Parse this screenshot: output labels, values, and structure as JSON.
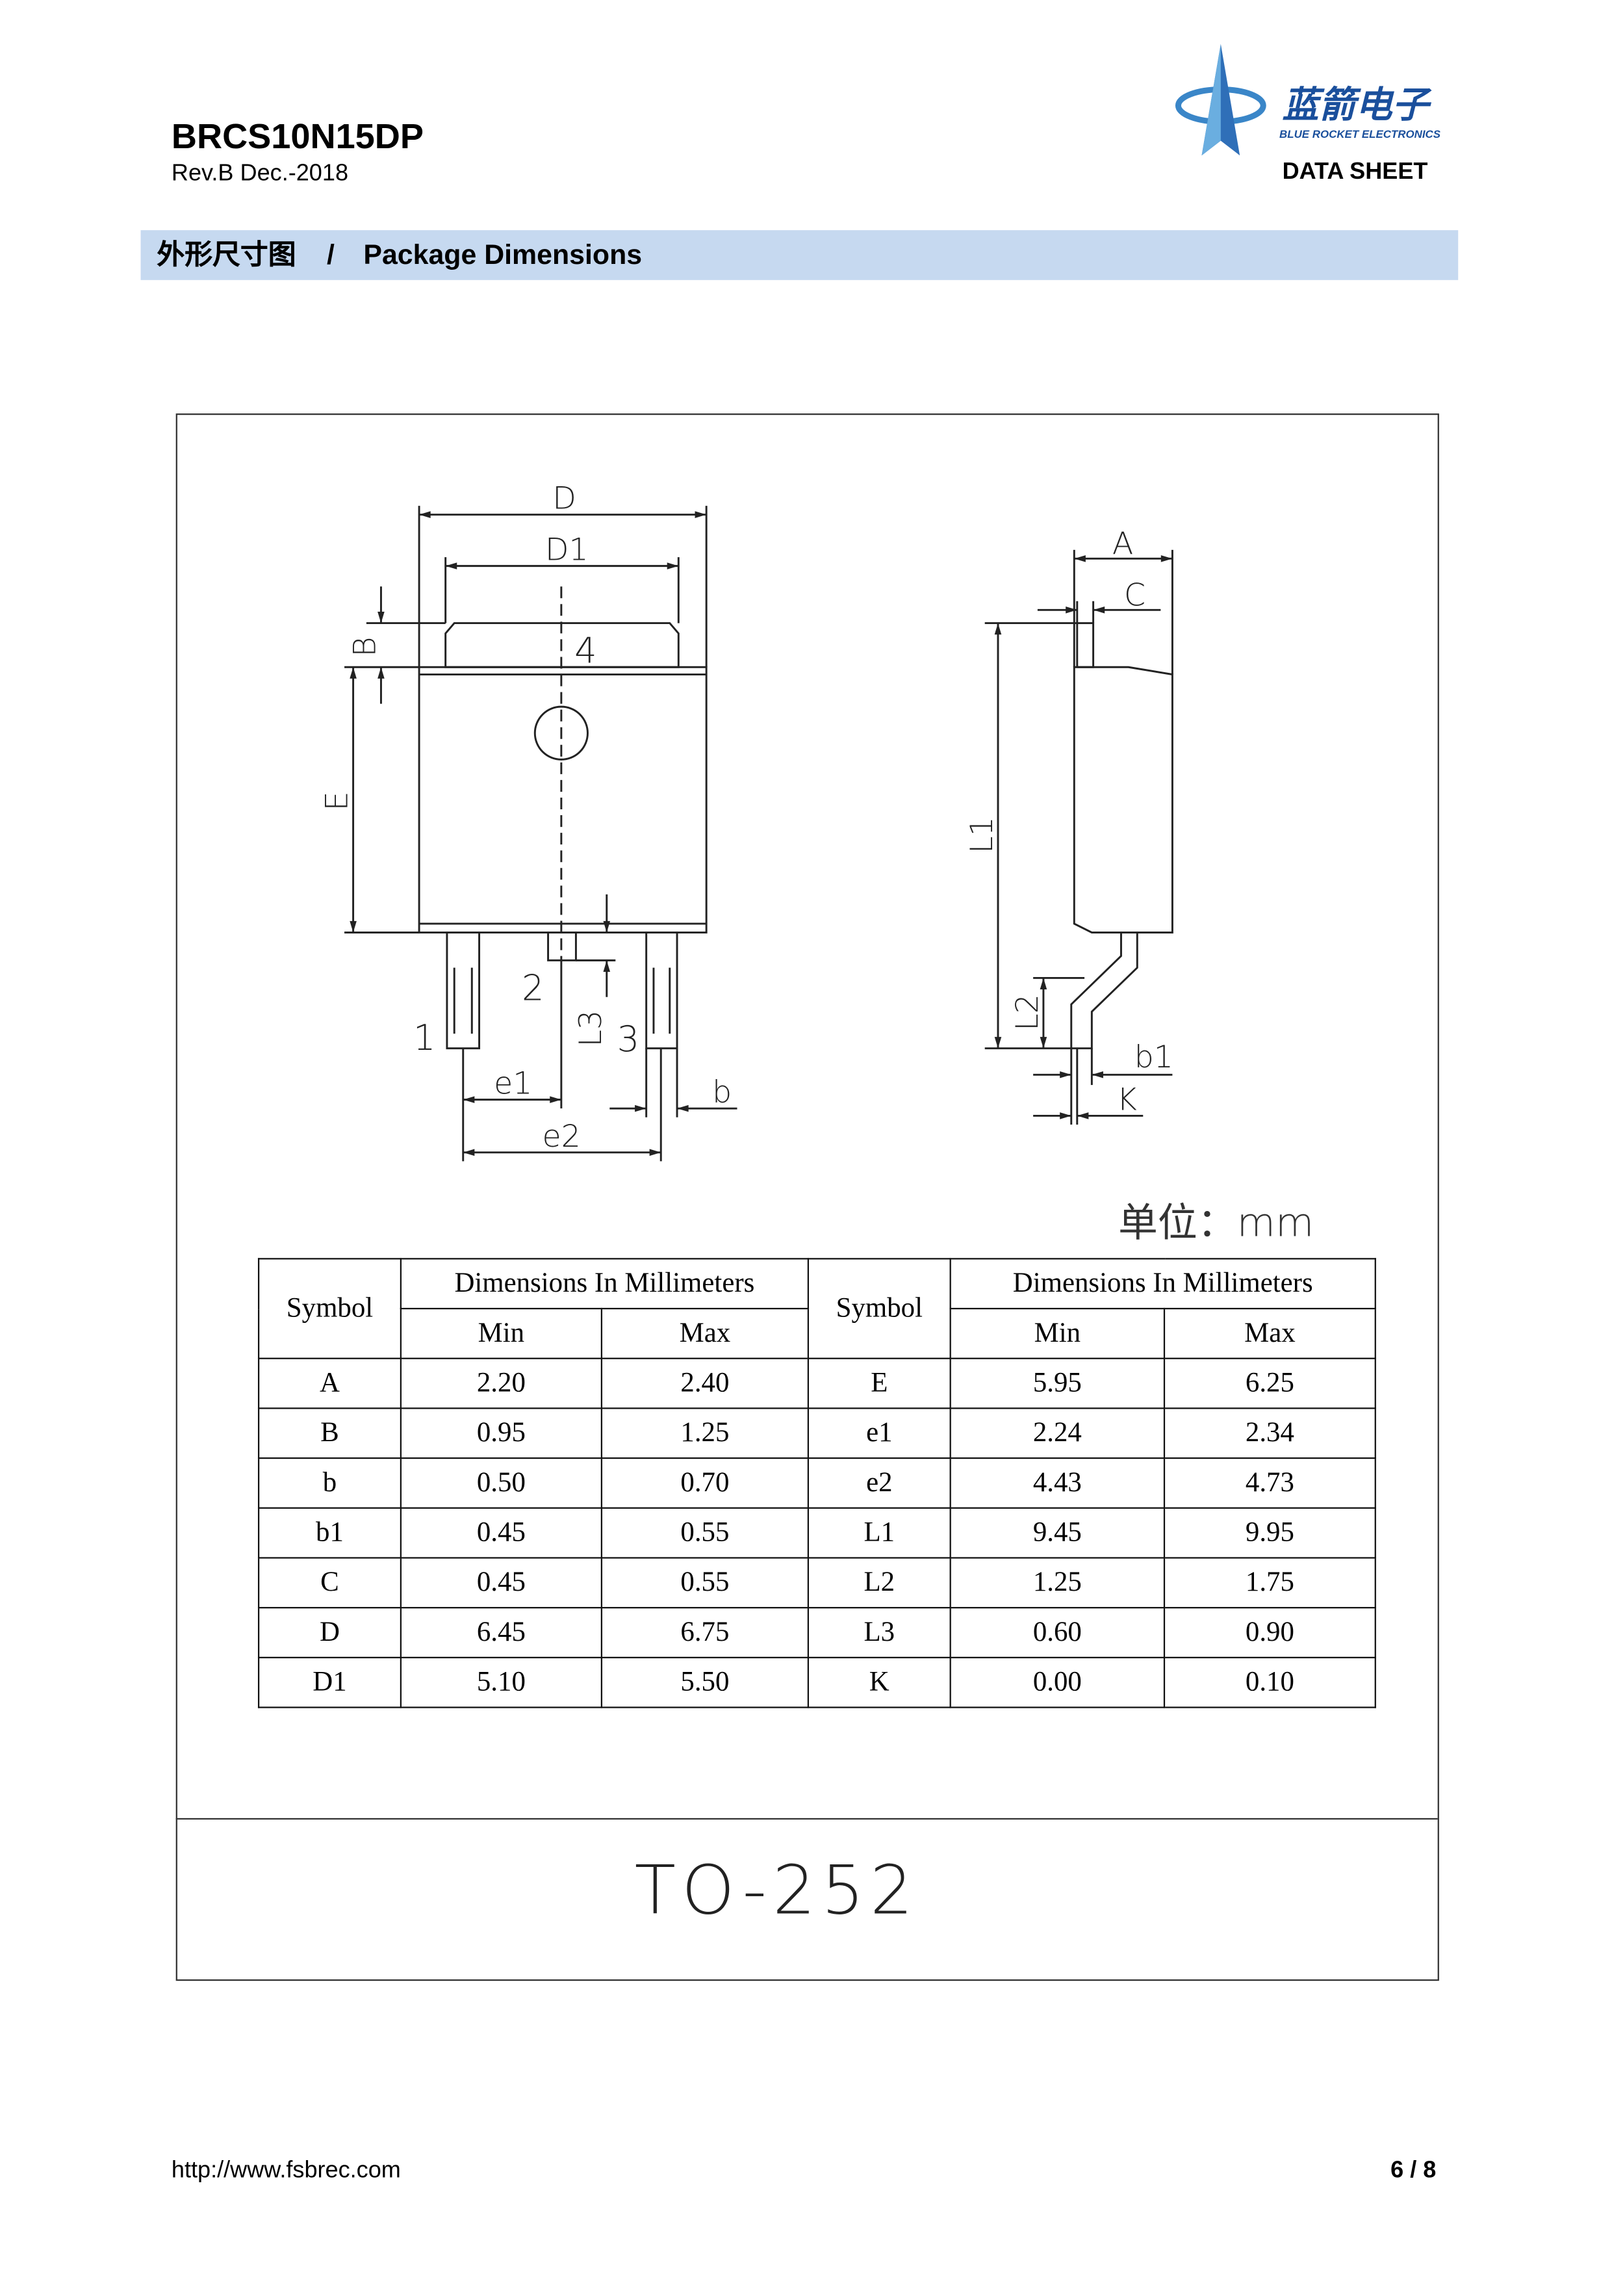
{
  "header": {
    "title": "BRCS10N15DP",
    "revision": "Rev.B Dec.-2018",
    "logo_cn": "蓝箭电子",
    "logo_en": "BLUE ROCKET ELECTRONICS",
    "doc_type": "DATA SHEET"
  },
  "section": {
    "title_cn": "外形尺寸图",
    "separator": "/",
    "title_en": "Package Dimensions"
  },
  "drawing": {
    "labels": {
      "D": "D",
      "D1": "D1",
      "B": "B",
      "E": "E",
      "pin4": "4",
      "pin1": "1",
      "pin2": "2",
      "pin3": "3",
      "L3": "L3",
      "e1": "e1",
      "e2": "e2",
      "b": "b",
      "A": "A",
      "C": "C",
      "L1": "L1",
      "L2": "L2",
      "b1": "b1",
      "K": "K"
    },
    "unit": "单位：mm"
  },
  "table": {
    "header": {
      "symbol": "Symbol",
      "dims": "Dimensions In Millimeters",
      "min": "Min",
      "max": "Max"
    },
    "rows": [
      {
        "s1": "A",
        "min1": "2.20",
        "max1": "2.40",
        "s2": "E",
        "min2": "5.95",
        "max2": "6.25"
      },
      {
        "s1": "B",
        "min1": "0.95",
        "max1": "1.25",
        "s2": "e1",
        "min2": "2.24",
        "max2": "2.34"
      },
      {
        "s1": "b",
        "min1": "0.50",
        "max1": "0.70",
        "s2": "e2",
        "min2": "4.43",
        "max2": "4.73"
      },
      {
        "s1": "b1",
        "min1": "0.45",
        "max1": "0.55",
        "s2": "L1",
        "min2": "9.45",
        "max2": "9.95"
      },
      {
        "s1": "C",
        "min1": "0.45",
        "max1": "0.55",
        "s2": "L2",
        "min2": "1.25",
        "max2": "1.75"
      },
      {
        "s1": "D",
        "min1": "6.45",
        "max1": "6.75",
        "s2": "L3",
        "min2": "0.60",
        "max2": "0.90"
      },
      {
        "s1": "D1",
        "min1": "5.10",
        "max1": "5.50",
        "s2": "K",
        "min2": "0.00",
        "max2": "0.10"
      }
    ]
  },
  "package": "TO-252",
  "footer": {
    "url": "http://www.fsbrec.com",
    "page": "6 / 8"
  },
  "colors": {
    "band": "#c6d9f0",
    "brand": "#1a4f9c"
  }
}
